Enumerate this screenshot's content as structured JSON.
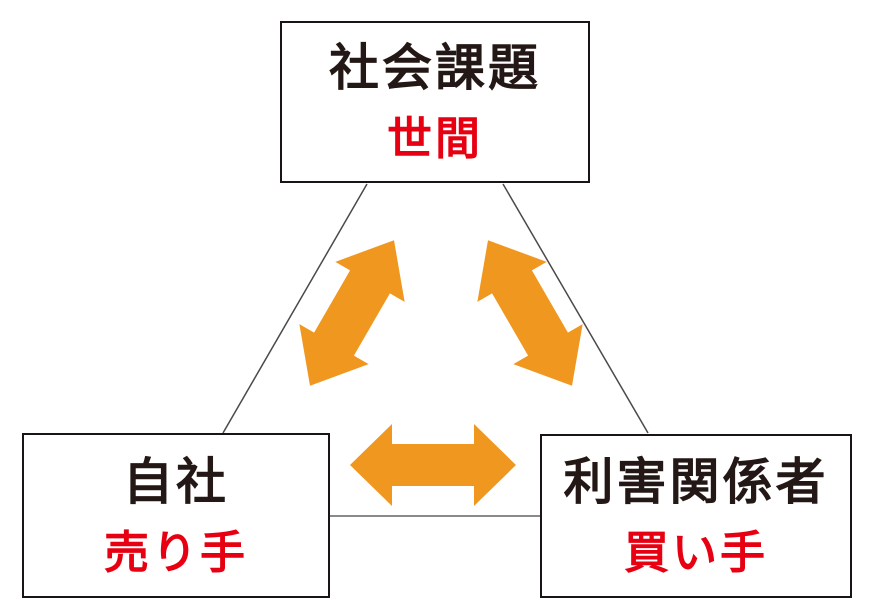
{
  "diagram": {
    "type": "triangle-relationship",
    "nodes": [
      {
        "id": "social-issue",
        "title": "社会課題",
        "subtitle": "世間",
        "position": "top"
      },
      {
        "id": "own-company",
        "title": "自社",
        "subtitle": "売り手",
        "position": "bottom-left"
      },
      {
        "id": "stakeholders",
        "title": "利害関係者",
        "subtitle": "買い手",
        "position": "bottom-right"
      }
    ],
    "connections": [
      {
        "from": "social-issue",
        "to": "own-company",
        "style": "double-arrow"
      },
      {
        "from": "social-issue",
        "to": "stakeholders",
        "style": "double-arrow"
      },
      {
        "from": "own-company",
        "to": "stakeholders",
        "style": "double-arrow"
      }
    ],
    "colors": {
      "title_text": "#231815",
      "subtitle_text": "#e60012",
      "arrow": "#f0971f",
      "box_border": "#1a1414",
      "diagonal_line": "#4c4948",
      "bottom_line": "#8a8a8a",
      "background": "#ffffff"
    }
  }
}
